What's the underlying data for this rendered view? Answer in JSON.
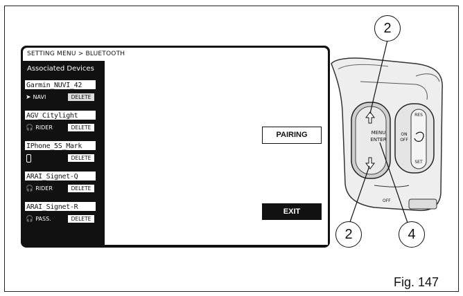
{
  "title_bar": "SETTING MENU > BLUETOOTH",
  "sidebar": {
    "header": "Associated Devices",
    "devices": [
      {
        "name": "Garmin_NUVI_42",
        "type": "NAVI",
        "icon": "navigation-arrow-icon",
        "action": "DELETE"
      },
      {
        "name": "AGV_Citylight",
        "type": "RIDER",
        "icon": "headset-icon",
        "action": "DELETE"
      },
      {
        "name": "IPhone_5S_Mark",
        "type": "",
        "icon": "phone-icon",
        "action": "DELETE"
      },
      {
        "name": "ARAI_Signet-Q",
        "type": "RIDER",
        "icon": "headset-icon",
        "action": "DELETE"
      },
      {
        "name": "ARAI_Signet-R",
        "type": "PASS.",
        "icon": "headset-icon",
        "action": "DELETE"
      }
    ]
  },
  "buttons": {
    "pairing": "PAIRING",
    "exit": "EXIT"
  },
  "control_panel": {
    "menu_enter": [
      "MENU",
      "ENTER"
    ],
    "right_labels": {
      "res": "RES",
      "set": "SET",
      "onoff": [
        "ON",
        "OFF"
      ],
      "off": "OFF"
    },
    "callouts": [
      "2",
      "2",
      "4"
    ]
  },
  "figure_label": "Fig. 147"
}
